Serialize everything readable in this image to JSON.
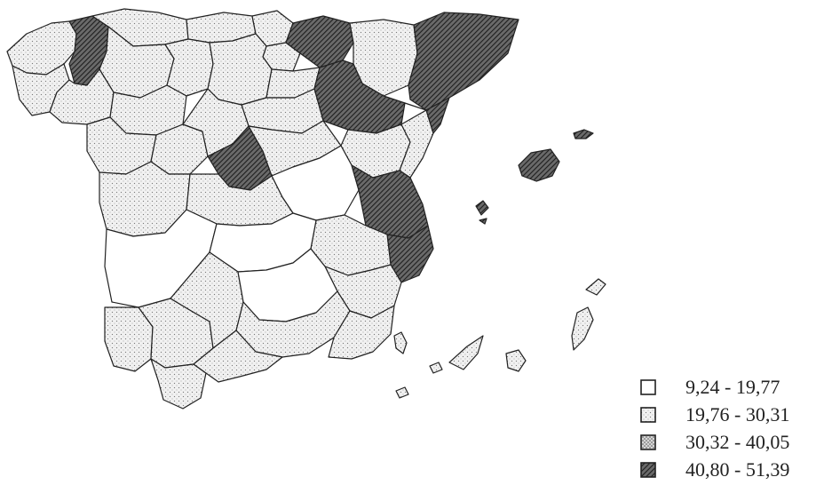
{
  "map": {
    "shading_levels": [
      {
        "key": "white",
        "fill": "#ffffff"
      },
      {
        "key": "light",
        "fill": "url(#pat-light)"
      },
      {
        "key": "medium",
        "fill": "url(#pat-medium)"
      },
      {
        "key": "dark",
        "fill": "url(#pat-dark)"
      }
    ],
    "regions": [
      {
        "name": "galicia-nw",
        "level": "light"
      },
      {
        "name": "lugo",
        "level": "dark"
      },
      {
        "name": "pontevedra",
        "level": "light"
      },
      {
        "name": "asturias",
        "level": "light"
      },
      {
        "name": "cantabria",
        "level": "light"
      },
      {
        "name": "vizcaya",
        "level": "light"
      },
      {
        "name": "alava",
        "level": "light"
      },
      {
        "name": "navarra",
        "level": "dark"
      },
      {
        "name": "huesca",
        "level": "light"
      },
      {
        "name": "catalonia-north",
        "level": "dark"
      },
      {
        "name": "leon",
        "level": "light"
      },
      {
        "name": "palencia",
        "level": "light"
      },
      {
        "name": "burgos",
        "level": "light"
      },
      {
        "name": "la-rioja",
        "level": "light"
      },
      {
        "name": "zaragoza",
        "level": "dark"
      },
      {
        "name": "zamora",
        "level": "light"
      },
      {
        "name": "valladolid",
        "level": "light"
      },
      {
        "name": "soria",
        "level": "light"
      },
      {
        "name": "teruel",
        "level": "light"
      },
      {
        "name": "castellon",
        "level": "light"
      },
      {
        "name": "catalonia-south",
        "level": "dark"
      },
      {
        "name": "salamanca",
        "level": "light"
      },
      {
        "name": "avila",
        "level": "light"
      },
      {
        "name": "segovia",
        "level": "light"
      },
      {
        "name": "madrid",
        "level": "dark"
      },
      {
        "name": "guadalajara",
        "level": "light"
      },
      {
        "name": "cuenca",
        "level": "white"
      },
      {
        "name": "valencia",
        "level": "dark"
      },
      {
        "name": "alicante",
        "level": "dark"
      },
      {
        "name": "caceres",
        "level": "light"
      },
      {
        "name": "toledo",
        "level": "light"
      },
      {
        "name": "albacete",
        "level": "light"
      },
      {
        "name": "badajoz",
        "level": "white"
      },
      {
        "name": "ciudad-real",
        "level": "white"
      },
      {
        "name": "murcia",
        "level": "light"
      },
      {
        "name": "huelva",
        "level": "light"
      },
      {
        "name": "sevilla",
        "level": "light"
      },
      {
        "name": "cordoba",
        "level": "light"
      },
      {
        "name": "jaen",
        "level": "white"
      },
      {
        "name": "granada",
        "level": "light"
      },
      {
        "name": "almeria",
        "level": "light"
      },
      {
        "name": "cadiz",
        "level": "light"
      },
      {
        "name": "malaga",
        "level": "light"
      }
    ],
    "islands": [
      {
        "name": "mallorca",
        "level": "dark"
      },
      {
        "name": "menorca",
        "level": "dark"
      },
      {
        "name": "ibiza",
        "level": "dark"
      },
      {
        "name": "formentera",
        "level": "dark"
      },
      {
        "name": "la-palma",
        "level": "light"
      },
      {
        "name": "tenerife",
        "level": "light"
      },
      {
        "name": "la-gomera",
        "level": "light"
      },
      {
        "name": "el-hierro",
        "level": "light"
      },
      {
        "name": "gran-canaria",
        "level": "light"
      },
      {
        "name": "fuerteventura",
        "level": "light"
      },
      {
        "name": "lanzarote",
        "level": "light"
      }
    ]
  },
  "legend": {
    "items": [
      {
        "label": "9,24 - 19,77",
        "level": "white"
      },
      {
        "label": "19,76 - 30,31",
        "level": "light"
      },
      {
        "label": "30,32 - 40,05",
        "level": "medium"
      },
      {
        "label": "40,80 - 51,39",
        "level": "dark"
      }
    ]
  }
}
